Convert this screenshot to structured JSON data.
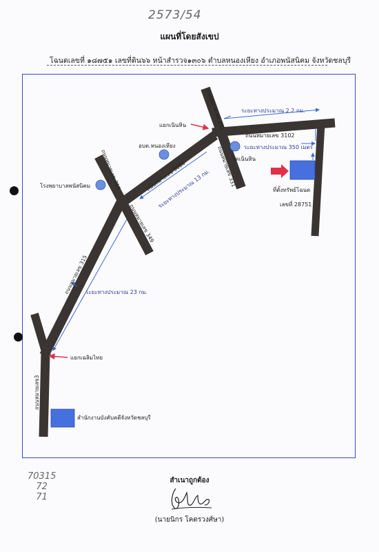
{
  "header": {
    "doc_number": "2573/54",
    "title": "แผนที่โดยสังเขป",
    "deed_line": "โฉนดเลขที่ ๑๘๗๕๑  เลขที่ดิน๖๖  หน้าสำรวจ๑๓๐๖  ตำบลหนองเหียง  อำเภอพนัสนิคม  จังหวัดชลบุรี"
  },
  "map": {
    "roads": {
      "r331_top": "ถนนหมายเลข 331",
      "r331_bottom": "ถนนหมายเลข 331",
      "r3102": "ถนนหมายเลข 3102",
      "r3086": "ถนนหมายเลข 3086",
      "r315_upper": "ถนนหมายเลข 315",
      "r349": "ถนนหมายเลข 349",
      "r315_lower": "ถนนหมายเลข 315",
      "r3": "ถนนหมายเลข3"
    },
    "places": {
      "junction_noenhin": "แยกเนินหิน",
      "obt": "อบต.หนองเหียง",
      "wat": "วัดเนินหิน",
      "hospital": "โรงพยาบาลพนัสนิคม",
      "junction_chalerm": "แยกเฉลิมไทย",
      "office": "สำนักงานบังคับคดีจังหวัดชลบุรี",
      "property_label": "ที่ตั้งทรัพย์โฉนด",
      "property_number": "เลขที่ 28751"
    },
    "distances": {
      "d22": "ระยะทางประมาณ 2.2 กม.",
      "d350": "ระยะทางประมาณ 350 เมตร",
      "d13": "ระยะทางประมาณ 13 กม.",
      "d23": "ระยะทางประมาณ 23 กม."
    }
  },
  "footer": {
    "margin_notes": "70315\n   72\n   71",
    "certified": "สำเนาถูกต้อง",
    "signer": "(นายนิกร โคตรวงศ์ษา)"
  },
  "colors": {
    "frame": "#3c45c8",
    "road": "#3a3432",
    "marker": "#4670de",
    "arrow_red": "#e0304a",
    "distance_line": "#3a6bd1"
  }
}
